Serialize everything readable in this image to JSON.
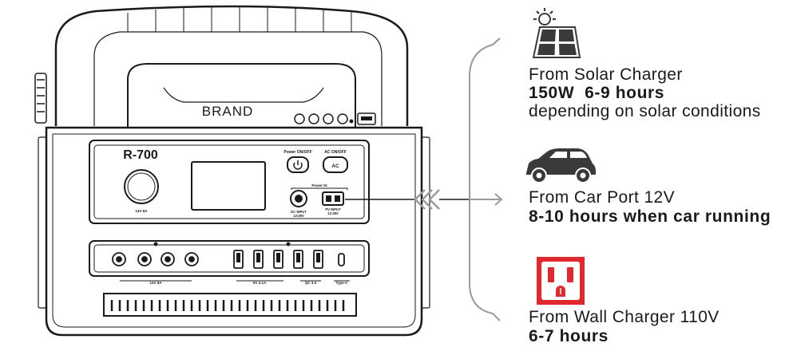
{
  "device": {
    "brand": "BRAND",
    "model": "R-700",
    "power_button_label": "Power ON/OFF",
    "ac_button_label": "AC ON/OFF",
    "ac_button_text": "AC",
    "power_in_label": "Power IN",
    "dc_input_label": "DC INPUT",
    "dc_input_sub": "12-28V",
    "pv_input_label": "PV INPUT",
    "pv_input_sub": "12-28V",
    "car_socket_label": "14V 8A",
    "dc_ports_label": "14V 8A",
    "usb_label": "5V 2.1A",
    "qc_label": "QC 3.0",
    "typec_label": "Type-C"
  },
  "sources": {
    "solar": {
      "icon": "solar-panel-icon",
      "title": "From Solar Charger",
      "power": "150W",
      "time": "6-9 hours",
      "note": "depending on solar conditions"
    },
    "car": {
      "icon": "car-icon",
      "title": "From Car Port 12V",
      "detail": "8-10 hours when car running"
    },
    "wall": {
      "icon": "wall-outlet-icon",
      "title": "From Wall Charger 110V",
      "detail": "6-7 hours"
    }
  },
  "colors": {
    "line": "#1a1a1a",
    "bracket": "#9a9a9a",
    "outlet_red": "#e0282f",
    "icon_dark": "#3a3a3a"
  }
}
